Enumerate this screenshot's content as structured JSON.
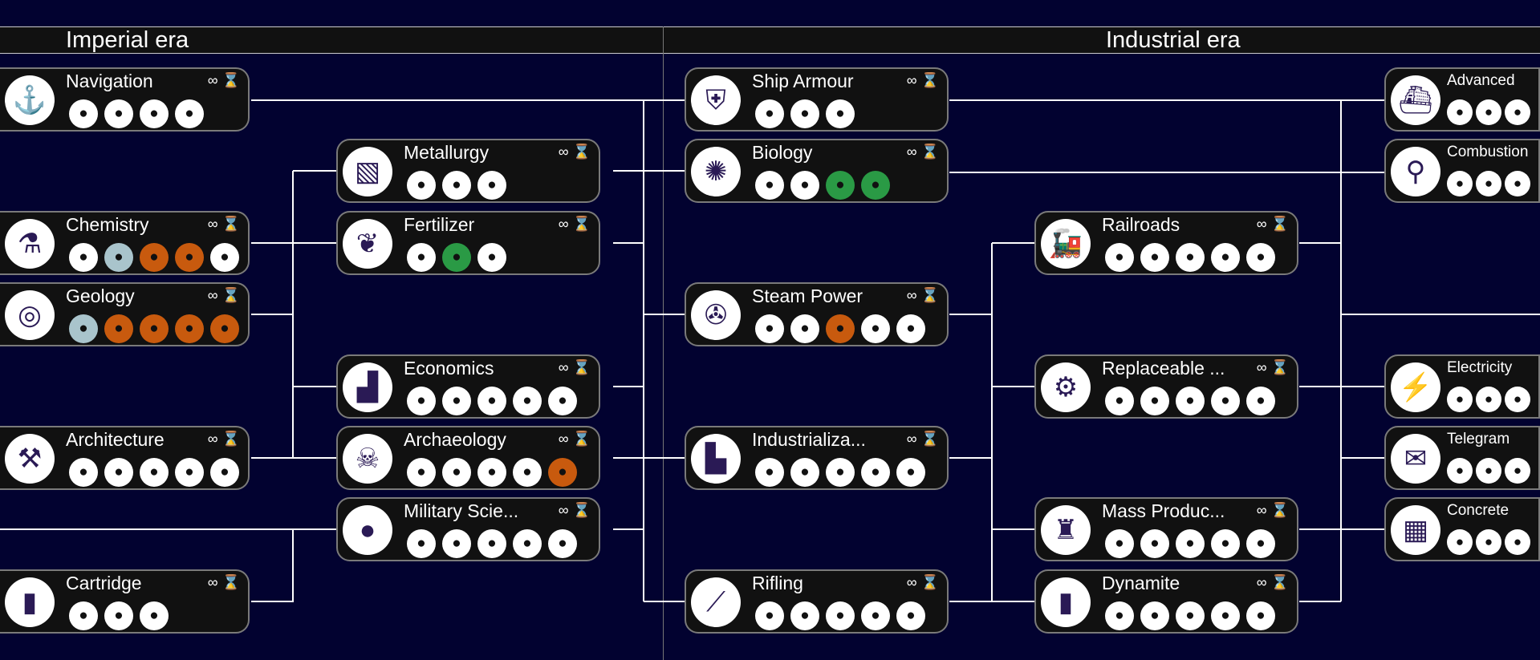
{
  "eras": [
    {
      "label": "Imperial era"
    },
    {
      "label": "Industrial era"
    }
  ],
  "meta_icons": {
    "infinity": "∞",
    "hourglass": "⌛"
  },
  "colors": {
    "white": "#ffffff",
    "blue": "#a9c4cc",
    "orange": "#c85a0e",
    "green": "#2a9a45"
  },
  "techs": [
    {
      "name": "Navigation",
      "icon": "sextant-icon",
      "glyph": "⚓",
      "items": [
        [
          "wagon",
          "white"
        ],
        [
          "ship",
          "white"
        ],
        [
          "harbor",
          "white"
        ],
        [
          "dock",
          "white"
        ]
      ]
    },
    {
      "name": "Chemistry",
      "icon": "flask-icon",
      "glyph": "⚗",
      "items": [
        [
          "flasks",
          "white"
        ],
        [
          "bird",
          "blue"
        ],
        [
          "oil-flask",
          "orange"
        ],
        [
          "oil-pump",
          "orange"
        ],
        [
          "explosion",
          "white"
        ]
      ]
    },
    {
      "name": "Geology",
      "icon": "geology-icon",
      "glyph": "◎",
      "items": [
        [
          "gas-tank",
          "blue"
        ],
        [
          "gas-tank",
          "orange"
        ],
        [
          "barrel",
          "orange"
        ],
        [
          "reel",
          "orange"
        ],
        [
          "radiation",
          "orange"
        ]
      ]
    },
    {
      "name": "Architecture",
      "icon": "compass-icon",
      "glyph": "⚒",
      "items": [
        [
          "blueprint",
          "white"
        ],
        [
          "building",
          "white"
        ],
        [
          "tools",
          "white"
        ],
        [
          "column",
          "white"
        ],
        [
          "palace",
          "white"
        ]
      ]
    },
    {
      "name": "Cartridge",
      "icon": "cartridge-icon",
      "glyph": "▮",
      "items": [
        [
          "ammo",
          "white"
        ],
        [
          "cannon",
          "white"
        ],
        [
          "ammo-box",
          "white"
        ]
      ]
    },
    {
      "name": "Metallurgy",
      "icon": "metal-plate-icon",
      "glyph": "▧",
      "items": [
        [
          "foundry",
          "white"
        ],
        [
          "factory",
          "white"
        ],
        [
          "tower",
          "white"
        ]
      ]
    },
    {
      "name": "Fertilizer",
      "icon": "fertilizer-bag-icon",
      "glyph": "❦",
      "items": [
        [
          "sack",
          "white"
        ],
        [
          "tractor",
          "green"
        ],
        [
          "explosion",
          "white"
        ]
      ]
    },
    {
      "name": "Economics",
      "icon": "chart-icon",
      "glyph": "▟",
      "items": [
        [
          "bank",
          "white"
        ],
        [
          "safe",
          "white"
        ],
        [
          "house",
          "white"
        ],
        [
          "network",
          "white"
        ],
        [
          "hand",
          "white"
        ]
      ]
    },
    {
      "name": "Archaeology",
      "icon": "dinosaur-skull-icon",
      "glyph": "☠",
      "items": [
        [
          "museum",
          "white"
        ],
        [
          "maze",
          "white"
        ],
        [
          "insect",
          "white"
        ],
        [
          "temple",
          "white"
        ],
        [
          "statue",
          "orange"
        ]
      ]
    },
    {
      "name": "Military Scie...",
      "icon": "grenade-icon",
      "glyph": "●",
      "items": [
        [
          "soldier",
          "white"
        ],
        [
          "medic",
          "white"
        ],
        [
          "knight",
          "white"
        ],
        [
          "troops",
          "white"
        ],
        [
          "officers",
          "white"
        ]
      ]
    },
    {
      "name": "Ship Armour",
      "icon": "ship-shield-icon",
      "glyph": "⛨",
      "items": [
        [
          "warship",
          "white"
        ],
        [
          "ironclad",
          "white"
        ],
        [
          "crane",
          "white"
        ]
      ]
    },
    {
      "name": "Biology",
      "icon": "cell-icon",
      "glyph": "✺",
      "items": [
        [
          "medical",
          "white"
        ],
        [
          "microscope",
          "white"
        ],
        [
          "farm",
          "green"
        ],
        [
          "turtle",
          "green"
        ]
      ]
    },
    {
      "name": "Steam Power",
      "icon": "turbine-icon",
      "glyph": "✇",
      "items": [
        [
          "umbrella",
          "white"
        ],
        [
          "boiler",
          "white"
        ],
        [
          "drill",
          "orange"
        ],
        [
          "steamboat",
          "white"
        ],
        [
          "explosion",
          "white"
        ]
      ]
    },
    {
      "name": "Industrializa...",
      "icon": "factory-icon",
      "glyph": "▙",
      "items": [
        [
          "rail-sign",
          "white"
        ],
        [
          "factory",
          "white"
        ],
        [
          "oil-barrel",
          "white"
        ],
        [
          "barrels",
          "white"
        ],
        [
          "wrench",
          "white"
        ]
      ]
    },
    {
      "name": "Rifling",
      "icon": "rifle-icon",
      "glyph": "⟋",
      "items": [
        [
          "rifle",
          "white"
        ],
        [
          "bayonet",
          "white"
        ],
        [
          "musket",
          "white"
        ],
        [
          "cavalry",
          "white"
        ],
        [
          "sign",
          "white"
        ]
      ]
    },
    {
      "name": "Railroads",
      "icon": "locomotive-icon",
      "glyph": "🚂",
      "items": [
        [
          "rail-sign",
          "white"
        ],
        [
          "stairs",
          "white"
        ],
        [
          "tower",
          "white"
        ],
        [
          "cathedral",
          "white"
        ],
        [
          "eiffel-tower",
          "white"
        ]
      ]
    },
    {
      "name": "Replaceable ...",
      "icon": "gears-icon",
      "glyph": "⚙",
      "items": [
        [
          "wheat",
          "white"
        ],
        [
          "rifle",
          "white"
        ],
        [
          "harvest",
          "white"
        ],
        [
          "tools",
          "white"
        ],
        [
          "wrench",
          "white"
        ]
      ]
    },
    {
      "name": "Mass Produc...",
      "icon": "assembly-icon",
      "glyph": "♜",
      "items": [
        [
          "tools",
          "white"
        ],
        [
          "search",
          "white"
        ],
        [
          "machine",
          "white"
        ],
        [
          "crate",
          "white"
        ],
        [
          "worker",
          "white"
        ]
      ]
    },
    {
      "name": "Dynamite",
      "icon": "dynamite-icon",
      "glyph": "▮",
      "items": [
        [
          "mine",
          "white"
        ],
        [
          "pickaxe",
          "white"
        ],
        [
          "drill",
          "white"
        ],
        [
          "blast",
          "white"
        ],
        [
          "detector",
          "white"
        ]
      ]
    },
    {
      "name": "Advanced",
      "icon": "steamship-icon",
      "glyph": "⛴",
      "items": [
        [
          "trawler",
          "white"
        ],
        [
          "anchor",
          "white"
        ],
        [
          "ship",
          "white"
        ]
      ]
    },
    {
      "name": "Combustion",
      "icon": "piston-icon",
      "glyph": "⚲",
      "items": [
        [
          "crane-truck",
          "white"
        ],
        [
          "truck",
          "white"
        ],
        [
          "engine",
          "white"
        ]
      ]
    },
    {
      "name": "Electricity",
      "icon": "lightning-icon",
      "glyph": "⚡",
      "items": [
        [
          "pylon",
          "white"
        ],
        [
          "factory",
          "white"
        ],
        [
          "plant",
          "white"
        ]
      ]
    },
    {
      "name": "Telegram",
      "icon": "telegraph-icon",
      "glyph": "✉",
      "items": [
        [
          "sign",
          "white"
        ],
        [
          "arch",
          "white"
        ],
        [
          "building",
          "white"
        ]
      ]
    },
    {
      "name": "Concrete",
      "icon": "concrete-icon",
      "glyph": "▦",
      "items": [
        [
          "sign",
          "white"
        ],
        [
          "sign",
          "white"
        ],
        [
          "sign",
          "white"
        ]
      ]
    }
  ]
}
